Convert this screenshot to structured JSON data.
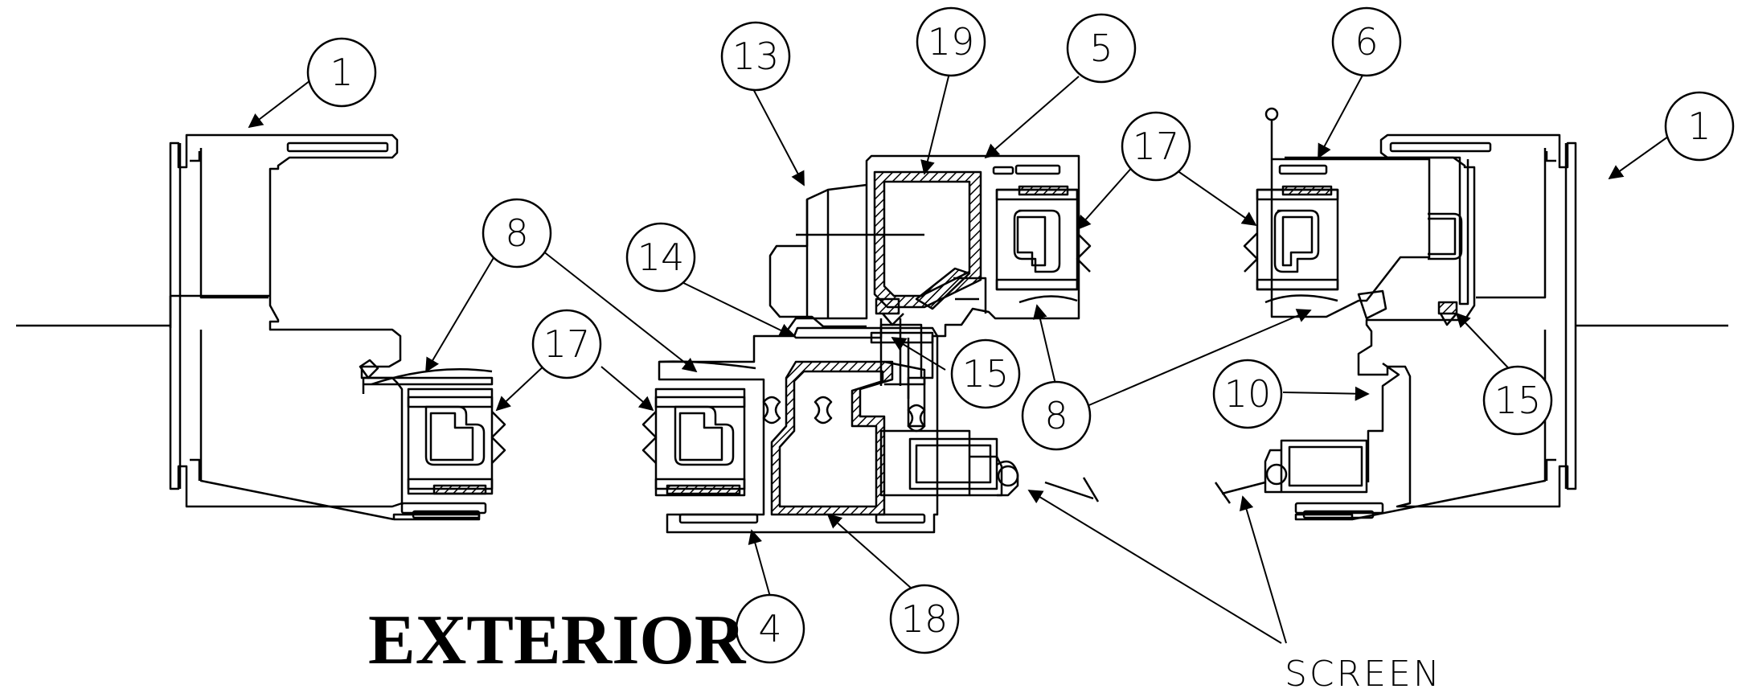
{
  "diagram": {
    "exterior_label": "EXTERIOR",
    "screen_label": "SCREEN",
    "callouts": [
      {
        "id": "c1-left",
        "label": "1"
      },
      {
        "id": "c13",
        "label": "13"
      },
      {
        "id": "c19",
        "label": "19"
      },
      {
        "id": "c5",
        "label": "5"
      },
      {
        "id": "c6",
        "label": "6"
      },
      {
        "id": "c1-right",
        "label": "1"
      },
      {
        "id": "c17-top",
        "label": "17"
      },
      {
        "id": "c8-left",
        "label": "8"
      },
      {
        "id": "c14",
        "label": "14"
      },
      {
        "id": "c17-left",
        "label": "17"
      },
      {
        "id": "c15-center",
        "label": "15"
      },
      {
        "id": "c8-center",
        "label": "8"
      },
      {
        "id": "c10",
        "label": "10"
      },
      {
        "id": "c15-right",
        "label": "15"
      },
      {
        "id": "c4",
        "label": "4"
      },
      {
        "id": "c18",
        "label": "18"
      }
    ],
    "colors": {
      "line": "#000000",
      "background": "#ffffff"
    }
  }
}
